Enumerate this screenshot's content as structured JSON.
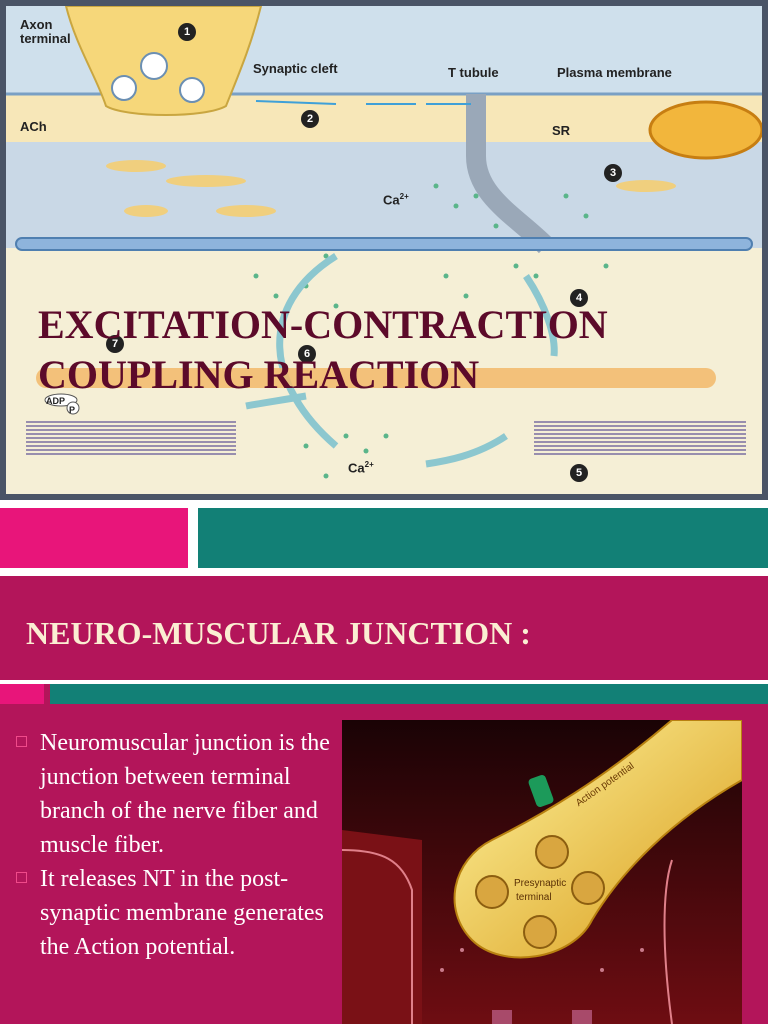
{
  "slide1": {
    "title_line1": "EXCITATION-CONTRACTION",
    "title_line2": "COUPLING REACTION",
    "labels": {
      "axon_terminal_1": "Axon",
      "axon_terminal_2": "terminal",
      "synaptic_cleft": "Synaptic cleft",
      "t_tubule": "T tubule",
      "plasma_membrane": "Plasma membrane",
      "ach": "ACh",
      "sr": "SR",
      "ca_top": "Ca",
      "ca_bottom": "Ca",
      "ca_sup": "2+",
      "adp": "ADP",
      "p": "P"
    },
    "steps": [
      "1",
      "2",
      "3",
      "4",
      "5",
      "6",
      "7"
    ]
  },
  "slide2": {
    "title": "NEURO-MUSCULAR JUNCTION :",
    "bullets": [
      "Neuromuscular junction is the junction between terminal branch of the nerve fiber and muscle fiber.",
      "It releases NT in the post-synaptic membrane generates the Action potential."
    ],
    "photo_labels": {
      "action_potential": "Action potential",
      "presynaptic_1": "Presynaptic",
      "presynaptic_2": "terminal"
    }
  },
  "colors": {
    "slide_bg": "#b3155a",
    "accent_pink": "#e8157a",
    "accent_teal": "#128076",
    "title_cream": "#fbeed2",
    "overlay_title": "#5c0a2a"
  }
}
